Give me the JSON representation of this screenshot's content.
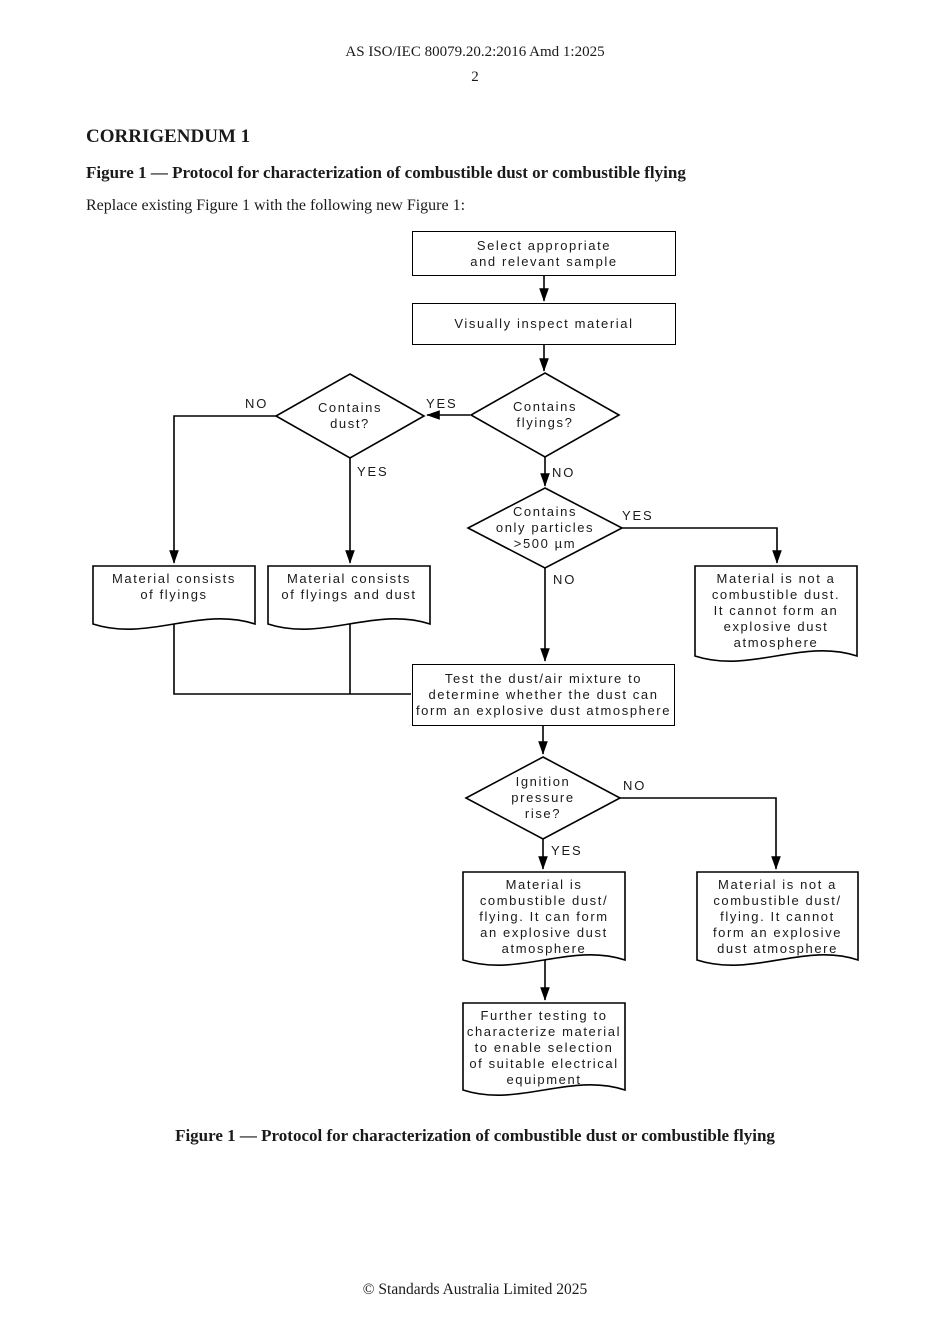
{
  "page": {
    "header": "AS ISO/IEC 80079.20.2:2016 Amd 1:2025",
    "page_number": "2",
    "section_heading": "CORRIGENDUM 1",
    "figure_heading": "Figure 1 — Protocol for characterization of combustible dust or combustible flying",
    "instruction": "Replace existing Figure 1 with the following new Figure 1:",
    "caption": "Figure 1 — Protocol for characterization of combustible dust or combustible flying",
    "footer": "© Standards Australia Limited 2025"
  },
  "colors": {
    "ink": "#000000",
    "background": "#ffffff"
  },
  "flowchart": {
    "nodes": {
      "select": "Select appropriate\nand relevant sample",
      "inspect": "Visually inspect material",
      "contains_dust": "Contains\ndust?",
      "contains_flyings": "Contains\nflyings?",
      "contains_particles": "Contains\nonly particles\n>500 µm",
      "material_flyings": "Material consists\nof flyings",
      "material_flyings_dust": "Material consists\nof flyings and dust",
      "not_combustible_dust": "Material is not a\ncombustible dust.\nIt cannot form an\nexplosive dust\natmosphere",
      "test_mixture": "Test the dust/air mixture to\ndetermine whether the dust can\nform an explosive dust atmosphere",
      "ignition": "Ignition\npressure\nrise?",
      "combustible": "Material is\ncombustible dust/\nflying. It can form\nan explosive dust\natmosphere",
      "not_combustible_flying": "Material is not a\ncombustible dust/\nflying. It cannot\nform an explosive\ndust atmosphere",
      "further_testing": "Further testing to\ncharacterize material\nto enable selection\nof suitable electrical\nequipment"
    },
    "labels": {
      "no_dust": "NO",
      "yes_flyings_to_dust": "YES",
      "yes_dust": "YES",
      "no_flyings": "NO",
      "yes_particles": "YES",
      "no_particles": "NO",
      "no_ignition": "NO",
      "yes_ignition": "YES"
    }
  }
}
